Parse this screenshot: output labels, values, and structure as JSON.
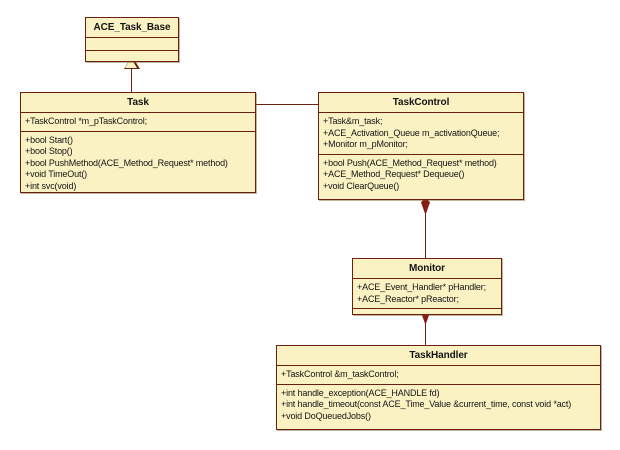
{
  "diagram": {
    "title": "UML class diagram",
    "colors": {
      "fill": "#fbf2c4",
      "border": "#6b1f10",
      "text": "#141414",
      "connector": "#8a1b12",
      "background": "#ffffff"
    }
  },
  "classes": {
    "ace_task_base": {
      "name": "ACE_Task_Base",
      "attributes": [],
      "operations": []
    },
    "task": {
      "name": "Task",
      "attributes": [
        "+TaskControl *m_pTaskControl;"
      ],
      "operations": [
        "+bool Start()",
        "+bool Stop()",
        "+bool PushMethod(ACE_Method_Request* method)",
        "+void TimeOut()",
        "+int svc(void)"
      ]
    },
    "task_control": {
      "name": "TaskControl",
      "attributes": [
        "+Task&m_task;",
        "+ACE_Activation_Queue m_activationQueue;",
        "+Monitor m_pMonitor;"
      ],
      "operations": [
        "+bool Push(ACE_Method_Request* method)",
        "+ACE_Method_Request* Dequeue()",
        "+void ClearQueue()"
      ]
    },
    "monitor": {
      "name": "Monitor",
      "attributes": [
        "+ACE_Event_Handler* pHandler;",
        "+ACE_Reactor* pReactor;"
      ],
      "operations": []
    },
    "task_handler": {
      "name": "TaskHandler",
      "attributes": [
        "+TaskControl &m_taskControl;"
      ],
      "operations": [
        "+int handle_exception(ACE_HANDLE fd)",
        "+int handle_timeout(const ACE_Time_Value &current_time, const void *act)",
        "+void DoQueuedJobs()"
      ]
    }
  },
  "relationships": [
    {
      "id": "task-inherits-ace-task-base",
      "type": "generalization",
      "from": "Task",
      "to": "ACE_Task_Base",
      "marker": "hollow-triangle"
    },
    {
      "id": "task-aggregates-task-control",
      "type": "aggregation",
      "from": "Task",
      "to": "TaskControl",
      "marker": "hollow-diamond"
    },
    {
      "id": "task-control-composes-monitor",
      "type": "composition",
      "from": "TaskControl",
      "to": "Monitor",
      "marker": "filled-diamond"
    },
    {
      "id": "monitor-composes-task-handler",
      "type": "composition",
      "from": "Monitor",
      "to": "TaskHandler",
      "marker": "filled-diamond"
    }
  ]
}
